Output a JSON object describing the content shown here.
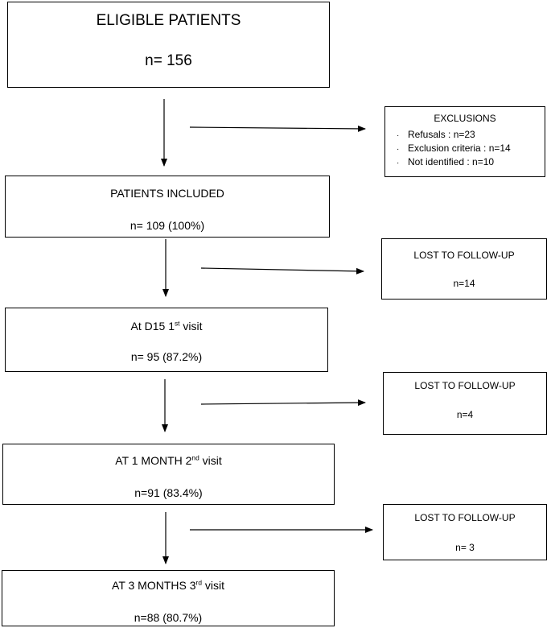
{
  "eligible": {
    "title": "ELIGIBLE PATIENTS",
    "count": "n= 156"
  },
  "exclusions": {
    "title": "EXCLUSIONS",
    "bullet": "·",
    "items": [
      "Refusals : n=23",
      "Exclusion criteria : n=14",
      "Not identified : n=10"
    ]
  },
  "included": {
    "title": "PATIENTS INCLUDED",
    "count": "n= 109 (100%)"
  },
  "lost1": {
    "title": "LOST TO FOLLOW-UP",
    "count": "n=14"
  },
  "visit1": {
    "title_prefix": "At D15 1",
    "title_sup": "st",
    "title_suffix": " visit",
    "count": "n= 95 (87.2%)"
  },
  "lost2": {
    "title": "LOST TO FOLLOW-UP",
    "count": "n=4"
  },
  "visit2": {
    "title_prefix": "AT 1 MONTH 2",
    "title_sup": "nd",
    "title_suffix": " visit",
    "count": "n=91 (83.4%)"
  },
  "lost3": {
    "title": "LOST TO FOLLOW-UP",
    "count": "n= 3"
  },
  "visit3": {
    "title_prefix": "AT 3 MONTHS 3",
    "title_sup": "rd",
    "title_suffix": " visit",
    "count": "n=88 (80.7%)"
  }
}
